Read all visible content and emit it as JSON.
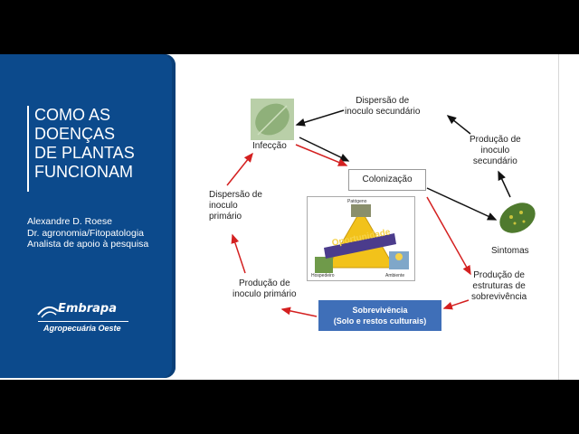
{
  "panel": {
    "title_lines": [
      "COMO AS",
      "DOENÇAS",
      "DE PLANTAS",
      "FUNCIONAM"
    ],
    "author_lines": [
      "Alexandre D. Roese",
      "Dr.  agronomia/Fitopatologia",
      "Analista de apoio à pesquisa"
    ],
    "logo_word": "Embrapa",
    "logo_sub": "Agropecuária Oeste"
  },
  "diagram": {
    "infeccao": "Infecção",
    "colonizacao": "Colonização",
    "dispersao_secundario": [
      "Dispersão de",
      "inoculo secundário"
    ],
    "producao_secundario": [
      "Produção de",
      "inoculo",
      "secundário"
    ],
    "sintomas": "Sintomas",
    "producao_estruturas": [
      "Produção de",
      "estruturas de",
      "sobrevivência"
    ],
    "sobrevivencia": [
      "Sobrevivência",
      "(Solo e restos culturais)"
    ],
    "producao_primario": [
      "Produção de",
      "inoculo primário"
    ],
    "dispersao_primario": [
      "Dispersão de",
      "inoculo",
      "primário"
    ],
    "triangle": {
      "top": "Patógeno",
      "left": "Hospedeiro",
      "right": "Ambiente",
      "banner": "Oportunidade"
    }
  },
  "colors": {
    "panel_blue": "#0c4a8c",
    "survival_box": "#3f6fb8",
    "arrow_red": "#d42020",
    "arrow_black": "#111111",
    "triangle_yellow": "#f2c21a",
    "banner_purple": "#4b3c8c"
  }
}
